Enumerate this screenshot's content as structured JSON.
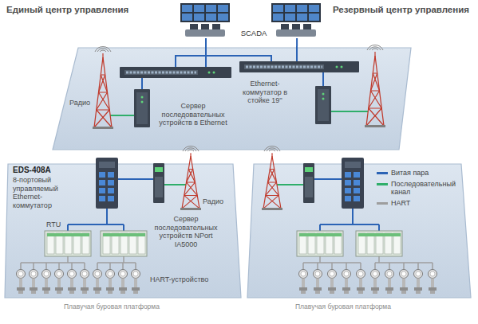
{
  "diagram": {
    "nodes": [
      {
        "text": [
          "Единый центр управления"
        ]
      },
      {
        "text": [
          "Резервный центр управления"
        ]
      },
      {
        "text": [
          "Ethernet-коммутатор в стойке 19''",
          "Сервер последовательных устройств в Ethernet",
          "Радио"
        ]
      },
      {
        "text": [
          "EDS-408A",
          "8-портовый управляемый Ethernet-коммутатор",
          "Радио",
          "RTU",
          "Сервер последовательных устройств NPort IA5000",
          "HART-устройство",
          "Плавучая буровая платформа"
        ]
      },
      {
        "text": [
          "Плавучая буровая платформа"
        ]
      }
    ],
    "edges": [
      {
        "from": 0,
        "to": 2,
        "arrow": "none"
      },
      {
        "from": 1,
        "to": 2,
        "arrow": "none"
      }
    ],
    "labels": [
      "SCADA"
    ],
    "legend": [
      {
        "text": "Витая пара",
        "color": "#2b63b5"
      },
      {
        "text": "Последовательный канал",
        "color": "#2fae6a"
      },
      {
        "text": "HART",
        "color": "#9e9e9e"
      }
    ]
  }
}
